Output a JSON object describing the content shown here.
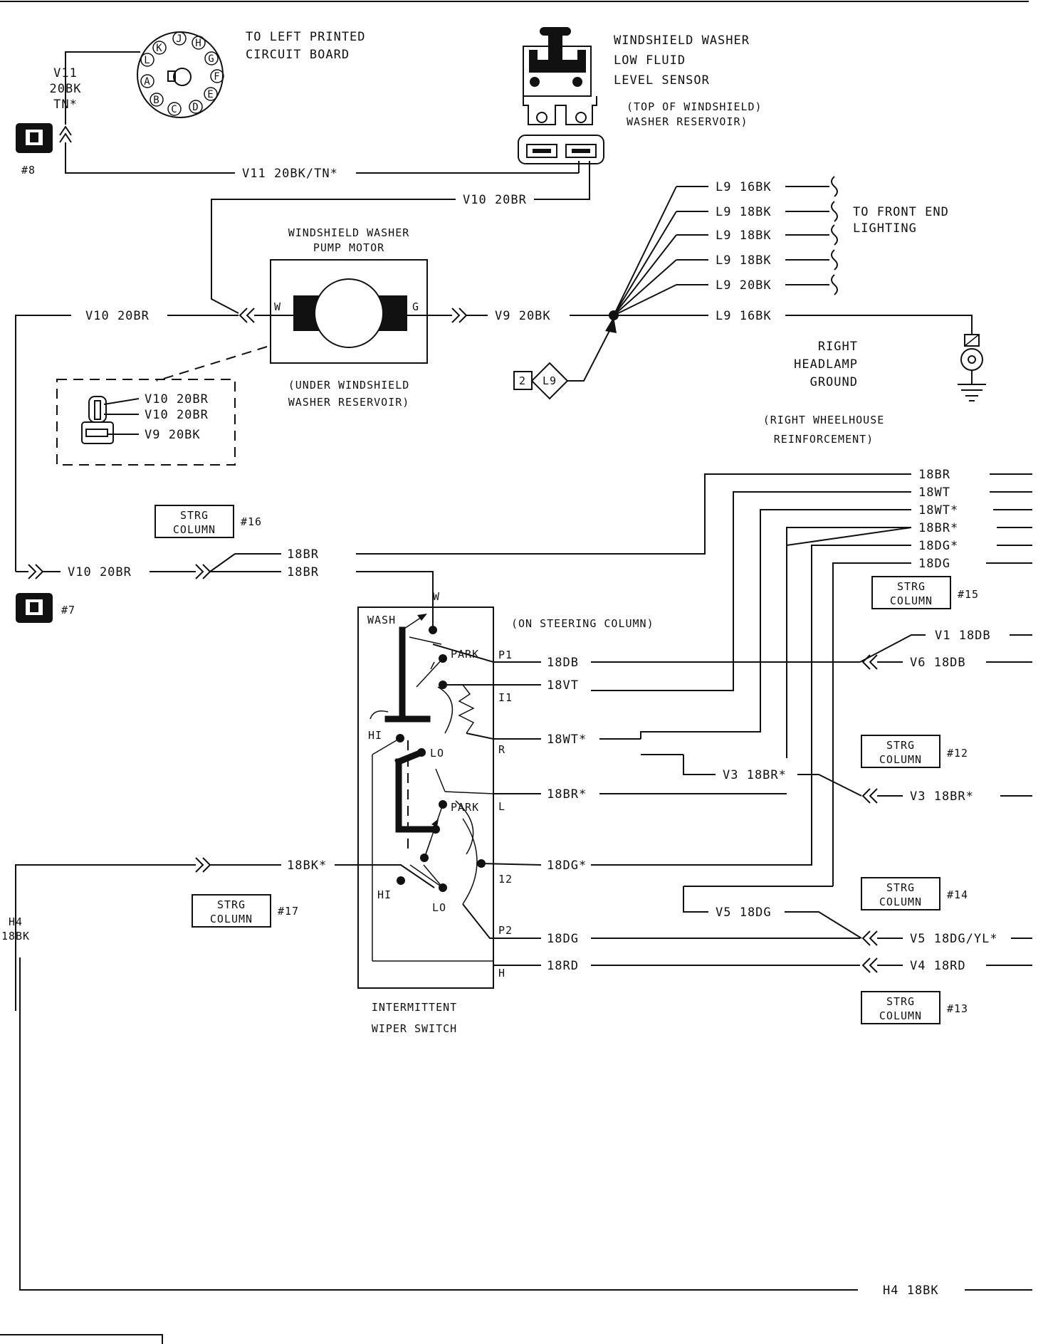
{
  "board_connector": {
    "pins": [
      "K",
      "J",
      "H",
      "L",
      "G",
      "A",
      "F",
      "B",
      "E",
      "C",
      "D"
    ],
    "caption_line1": "TO LEFT PRINTED",
    "caption_line2": "CIRCUIT BOARD",
    "wire_label_1": "V11",
    "wire_label_2": "20BK",
    "wire_label_3": "TN*",
    "connector_ref": "#8"
  },
  "washer_sensor": {
    "title_line1": "WINDSHIELD WASHER",
    "title_line2": "LOW FLUID",
    "title_line3": "LEVEL SENSOR",
    "location_line1": "(TOP OF WINDSHIELD)",
    "location_line2": "WASHER RESERVOIR)"
  },
  "washer_pump": {
    "title_line1": "WINDSHIELD WASHER",
    "title_line2": "PUMP MOTOR",
    "pin_w": "W",
    "pin_g": "G",
    "location_line1": "(UNDER WINDSHIELD",
    "location_line2": "WASHER RESERVOIR)"
  },
  "pump_connector_detail": {
    "wire1": "V10 20BR",
    "wire2": "V10 20BR",
    "wire3": "V9 20BK"
  },
  "wires": {
    "v11_run": "V11 20BK/TN*",
    "v10_top": "V10 20BR",
    "v10_left": "V10 20BR",
    "v9": "V9 20BK",
    "v10_lower": "V10 20BR",
    "l9_1": "L9 16BK",
    "l9_2": "L9 18BK",
    "l9_3": "L9 18BK",
    "l9_4": "L9 18BK",
    "l9_5": "L9 20BK",
    "l9_6": "L9 16BK"
  },
  "front_lighting": {
    "line1": "TO FRONT END",
    "line2": "LIGHTING"
  },
  "ground": {
    "label_line1": "RIGHT",
    "label_line2": "HEADLAMP",
    "label_line3": "GROUND",
    "location_line1": "(RIGHT WHEELHOUSE",
    "location_line2": "REINFORCEMENT)",
    "splice_num": "2",
    "splice_code": "L9"
  },
  "right_bus": {
    "r1": "18BR",
    "r2": "18WT",
    "r3": "18WT*",
    "r4": "18BR*",
    "r5": "18DG*",
    "r6": "18DG"
  },
  "strg_connectors": {
    "c16_l1": "STRG",
    "c16_l2": "COLUMN",
    "c16_ref": "#16",
    "c15_l1": "STRG",
    "c15_l2": "COLUMN",
    "c15_ref": "#15",
    "c12_l1": "STRG",
    "c12_l2": "COLUMN",
    "c12_ref": "#12",
    "c14_l1": "STRG",
    "c14_l2": "COLUMN",
    "c14_ref": "#14",
    "c13_l1": "STRG",
    "c13_l2": "COLUMN",
    "c13_ref": "#13",
    "c17_l1": "STRG",
    "c17_l2": "COLUMN",
    "c17_ref": "#17"
  },
  "connector7_ref": "#7",
  "switch": {
    "title_line1": "INTERMITTENT",
    "title_line2": "WIPER SWITCH",
    "location": "(ON STEERING COLUMN)",
    "wash": "WASH",
    "park_top": "PARK",
    "park_mid": "PARK",
    "hi_top": "HI",
    "lo_top": "LO",
    "hi_bottom": "HI",
    "lo_bottom": "LO",
    "pin_w": "W",
    "pin_p1": "P1",
    "pin_i1": "I1",
    "pin_r": "R",
    "pin_l": "L",
    "pin_12": "12",
    "pin_p2": "P2",
    "pin_h": "H"
  },
  "switch_wires": {
    "in_18br_a": "18BR",
    "in_18br_b": "18BR",
    "p1": "18DB",
    "i1": "18VT",
    "r": "18WT*",
    "l": "18BR*",
    "i2": "18DG*",
    "p2": "18DG",
    "h": "18RD",
    "bk": "18BK*"
  },
  "right_wires": {
    "v1": "V1 18DB",
    "v6": "V6 18DB",
    "v3_a": "V3 18BR*",
    "v3_b": "V3 18BR*",
    "v5_a": "V5 18DG",
    "v5_b": "V5 18DG/YL*",
    "v4": "V4 18RD"
  },
  "h4": {
    "vert_line1": "H4",
    "vert_line2": "18BK",
    "bottom": "H4 18BK"
  }
}
